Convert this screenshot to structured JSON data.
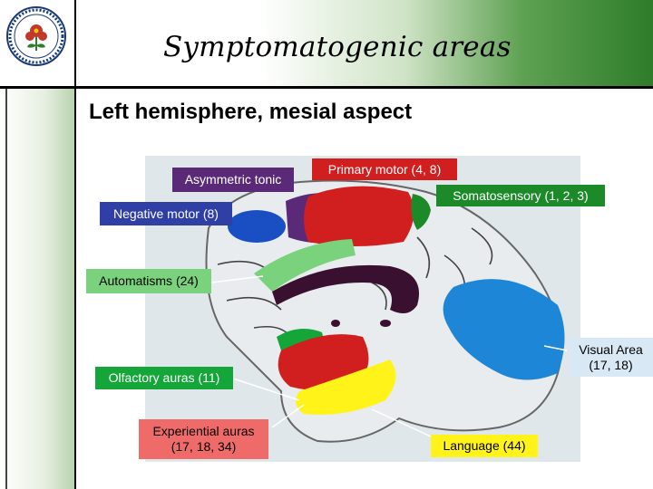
{
  "header": {
    "title": "Symptomatogenic areas"
  },
  "subtitle": "Left hemisphere, mesial aspect",
  "labels": {
    "asymmetric_tonic": "Asymmetric tonic",
    "primary_motor": "Primary motor (4, 8)",
    "somatosensory": "Somatosensory (1, 2, 3)",
    "negative_motor": "Negative motor (8)",
    "automatisms": "Automatisms (24)",
    "visual_area_line1": "Visual Area",
    "visual_area_line2": "(17, 18)",
    "olfactory_auras": "Olfactory auras (11)",
    "experiential_auras_line1": "Experiential auras",
    "experiential_auras_line2": "(17, 18, 34)",
    "language": "Language (44)"
  },
  "colors": {
    "asymmetric_tonic": "#5a2a78",
    "primary_motor": "#d11f1f",
    "somatosensory": "#1d8a2a",
    "negative_motor": "#2f3fa6",
    "automatisms": "#7ad37c",
    "visual_area": "#1e86d6",
    "olfactory": "#15a63a",
    "experiential": "#ef6b69",
    "language": "#fff31a",
    "header_green": "#2e7d2a"
  }
}
